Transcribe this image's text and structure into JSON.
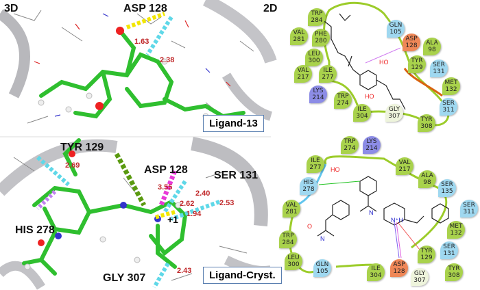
{
  "panel_3d_label": "3D",
  "panel_2d_label": "2D",
  "top": {
    "ligand_label": "Ligand-13",
    "residue_labels": [
      "ASP 128"
    ],
    "distances": [
      "1.63",
      "2.38"
    ],
    "atoms": [
      "HO",
      "HO"
    ],
    "residues": [
      {
        "name": "TRP",
        "num": "284",
        "type": "hydrophobic"
      },
      {
        "name": "VAL",
        "num": "281",
        "type": "hydrophobic"
      },
      {
        "name": "PHE",
        "num": "280",
        "type": "hydrophobic"
      },
      {
        "name": "LEU",
        "num": "300",
        "type": "hydrophobic"
      },
      {
        "name": "VAL",
        "num": "217",
        "type": "hydrophobic"
      },
      {
        "name": "ILE",
        "num": "277",
        "type": "hydrophobic"
      },
      {
        "name": "LYS",
        "num": "214",
        "type": "positive"
      },
      {
        "name": "TRP",
        "num": "274",
        "type": "hydrophobic"
      },
      {
        "name": "ILE",
        "num": "304",
        "type": "hydrophobic"
      },
      {
        "name": "GLY",
        "num": "307",
        "type": "glycine"
      },
      {
        "name": "TYR",
        "num": "308",
        "type": "hydrophobic"
      },
      {
        "name": "GLN",
        "num": "105",
        "type": "polar"
      },
      {
        "name": "ASP",
        "num": "128",
        "type": "negative"
      },
      {
        "name": "ALA",
        "num": "98",
        "type": "hydrophobic"
      },
      {
        "name": "TYR",
        "num": "129",
        "type": "hydrophobic"
      },
      {
        "name": "SER",
        "num": "131",
        "type": "polar"
      },
      {
        "name": "MET",
        "num": "132",
        "type": "hydrophobic"
      },
      {
        "name": "SER",
        "num": "311",
        "type": "polar"
      }
    ]
  },
  "bottom": {
    "ligand_label": "Ligand-Cryst.",
    "residue_labels": [
      "TYR 129",
      "ASP 128",
      "SER 131",
      "HIS 278",
      "GLY 307"
    ],
    "distances": [
      "2.69",
      "3.55",
      "2.40",
      "2.62",
      "2.53",
      "1.94",
      "2.43"
    ],
    "charge": "+1",
    "atoms": [
      "HO",
      "O",
      "N",
      "N",
      "N⁺H"
    ],
    "residues": [
      {
        "name": "ILE",
        "num": "277",
        "type": "hydrophobic"
      },
      {
        "name": "TRP",
        "num": "274",
        "type": "hydrophobic"
      },
      {
        "name": "LYS",
        "num": "214",
        "type": "positive"
      },
      {
        "name": "VAL",
        "num": "217",
        "type": "hydrophobic"
      },
      {
        "name": "HIS",
        "num": "278",
        "type": "polar"
      },
      {
        "name": "ALA",
        "num": "98",
        "type": "hydrophobic"
      },
      {
        "name": "SER",
        "num": "135",
        "type": "polar"
      },
      {
        "name": "SER",
        "num": "311",
        "type": "polar"
      },
      {
        "name": "VAL",
        "num": "281",
        "type": "hydrophobic"
      },
      {
        "name": "MET",
        "num": "132",
        "type": "hydrophobic"
      },
      {
        "name": "SER",
        "num": "131",
        "type": "polar"
      },
      {
        "name": "TRP",
        "num": "284",
        "type": "hydrophobic"
      },
      {
        "name": "TYR",
        "num": "129",
        "type": "hydrophobic"
      },
      {
        "name": "LEU",
        "num": "300",
        "type": "hydrophobic"
      },
      {
        "name": "GLN",
        "num": "105",
        "type": "polar"
      },
      {
        "name": "ASP",
        "num": "128",
        "type": "negative"
      },
      {
        "name": "ILE",
        "num": "304",
        "type": "hydrophobic"
      },
      {
        "name": "GLY",
        "num": "307",
        "type": "glycine"
      },
      {
        "name": "TYR",
        "num": "308",
        "type": "hydrophobic"
      }
    ]
  },
  "colors": {
    "hydrophobic": "#a9d24c",
    "polar": "#9fd8f0",
    "negative": "#ef8757",
    "positive": "#8c8ce6",
    "glycine": "#eef4dc",
    "ligand_carbon": "#22c322",
    "hbond": "#5fd8e8",
    "pocket": "#9ccc2a"
  }
}
